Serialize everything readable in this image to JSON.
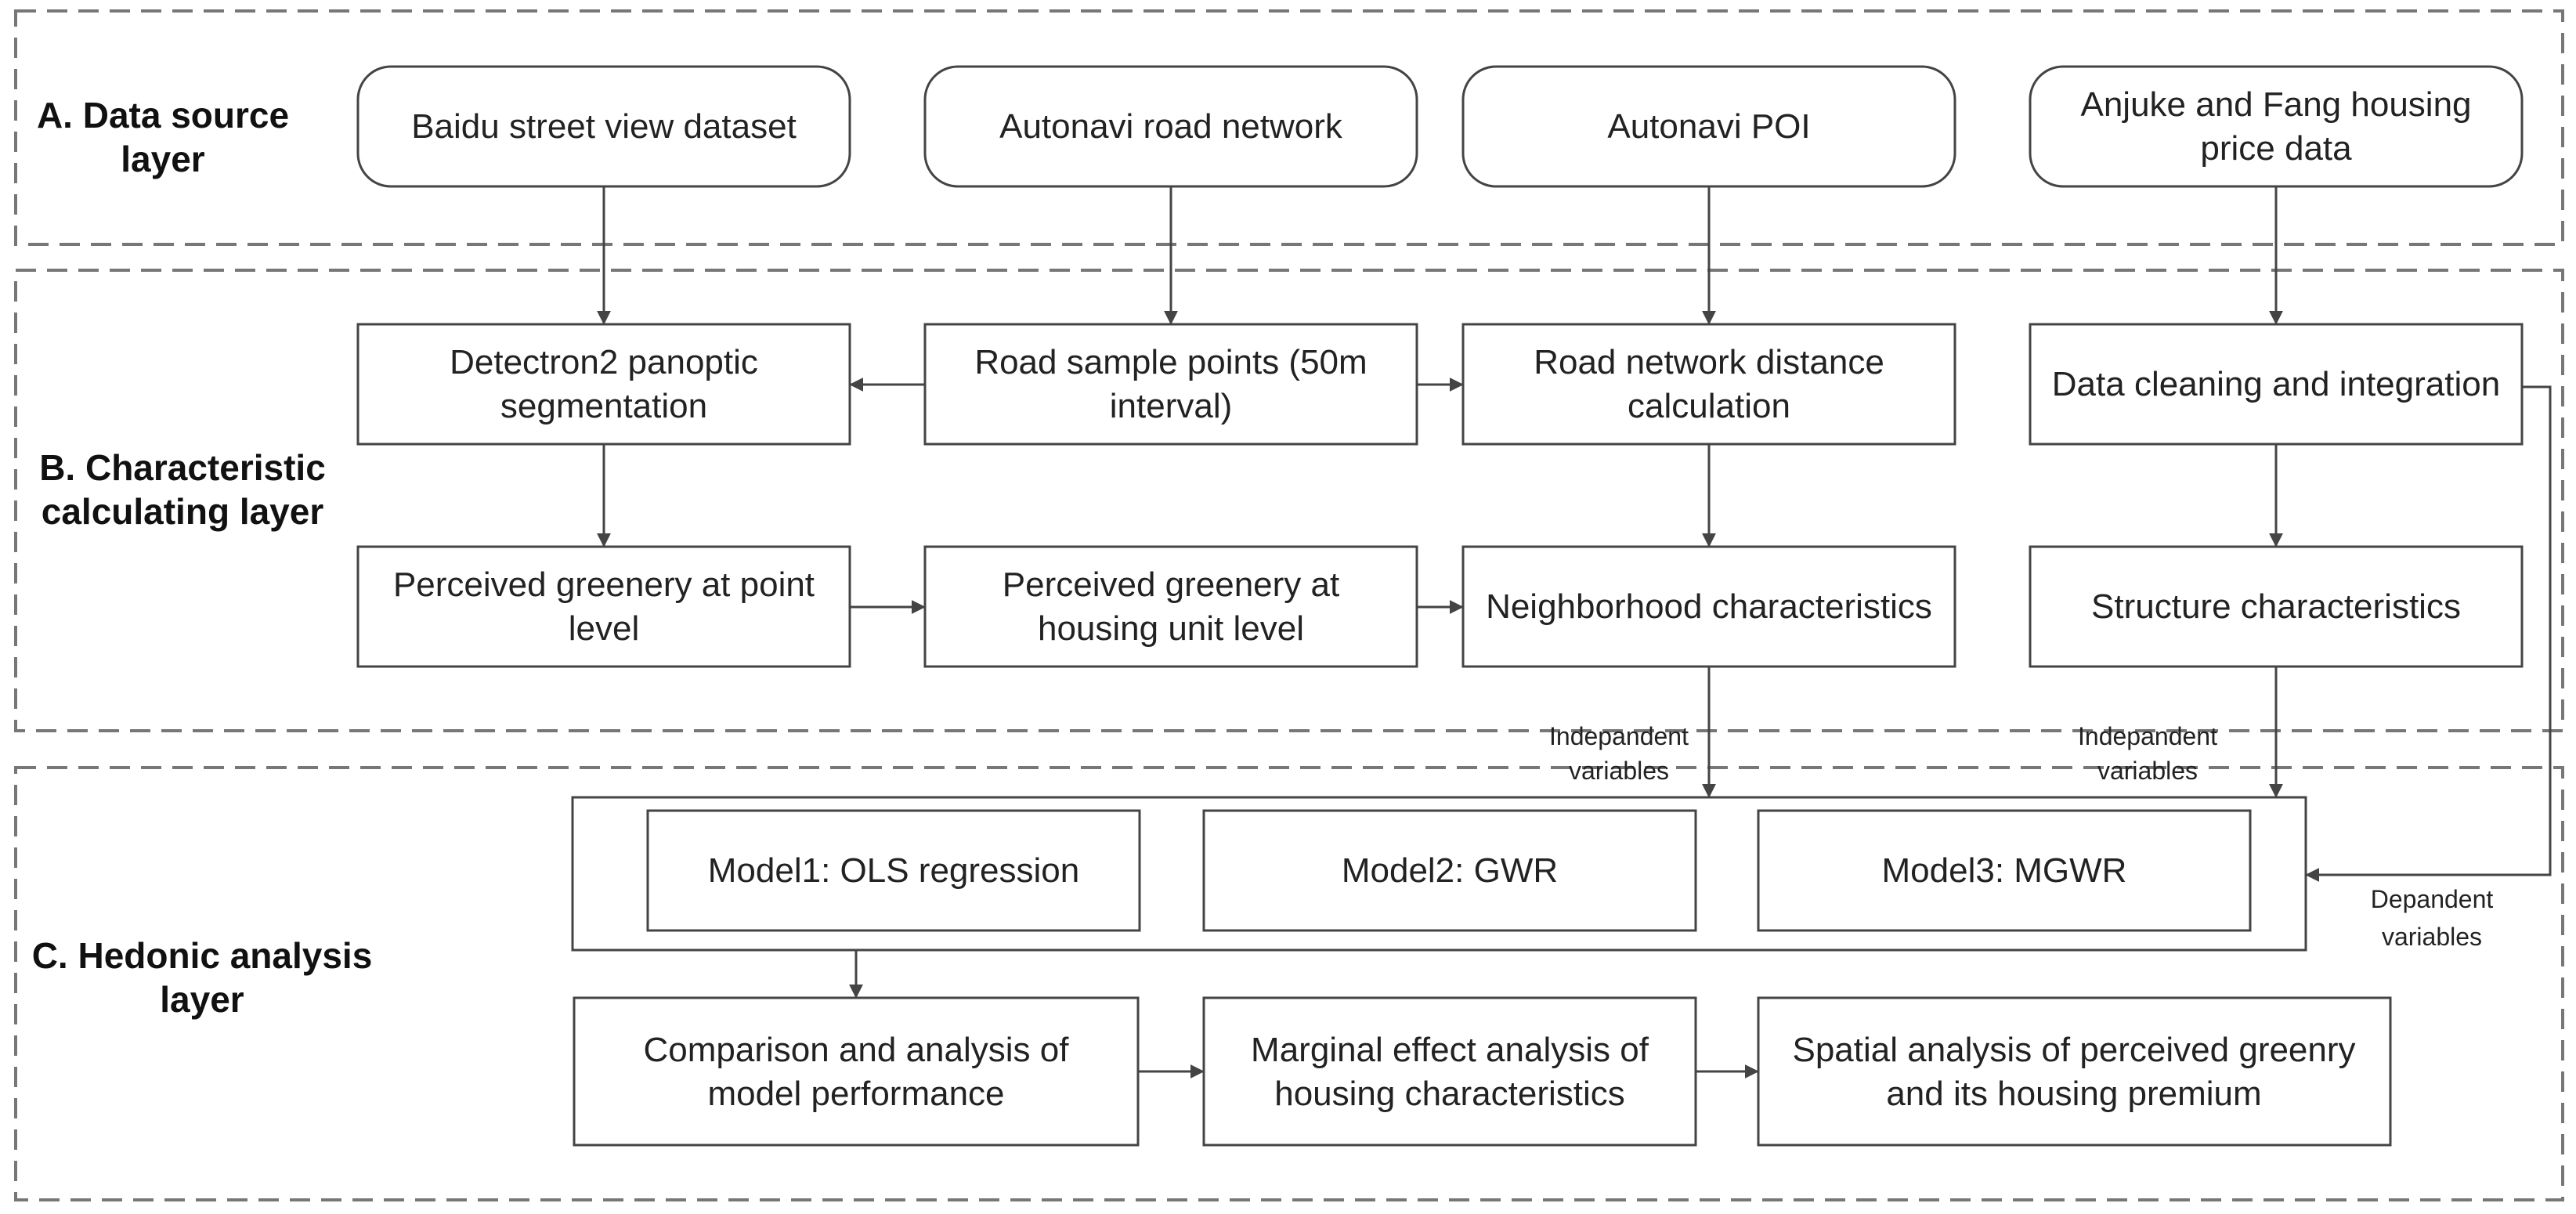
{
  "layers": {
    "a": [
      "A. Data source",
      "layer"
    ],
    "b": [
      "B. Characteristic",
      "calculating layer"
    ],
    "c": [
      "C. Hedonic analysis",
      "layer"
    ]
  },
  "nodes": {
    "baidu": [
      "Baidu street view dataset"
    ],
    "road_net": [
      "Autonavi road network"
    ],
    "poi": [
      "Autonavi POI"
    ],
    "price": [
      "Anjuke and Fang housing",
      "price data"
    ],
    "detectron": [
      "Detectron2 panoptic",
      "segmentation"
    ],
    "sample": [
      "Road sample points (50m",
      "interval)"
    ],
    "distance": [
      "Road network distance",
      "calculation"
    ],
    "cleaning": [
      "Data cleaning and integration"
    ],
    "green_point": [
      "Perceived greenery at point",
      "level"
    ],
    "green_unit": [
      "Perceived greenery at",
      "housing unit level"
    ],
    "neighborhood": [
      "Neighborhood characteristics"
    ],
    "structure": [
      "Structure characteristics"
    ],
    "model1": [
      "Model1: OLS regression"
    ],
    "model2": [
      "Model2: GWR"
    ],
    "model3": [
      "Model3: MGWR"
    ],
    "comparison": [
      "Comparison and analysis of",
      "model performance"
    ],
    "marginal": [
      "Marginal effect analysis of",
      "housing characteristics"
    ],
    "spatial": [
      "Spatial analysis of perceived greenry",
      "and its housing premium"
    ]
  },
  "notes": {
    "indep_left": [
      "Indepandent",
      "variables"
    ],
    "indep_right": [
      "Indepandent",
      "variables"
    ],
    "dependent": [
      "Depandent",
      "variables"
    ]
  },
  "colors": {
    "frame": "#777777",
    "stroke": "#444444",
    "text": "#222222"
  }
}
